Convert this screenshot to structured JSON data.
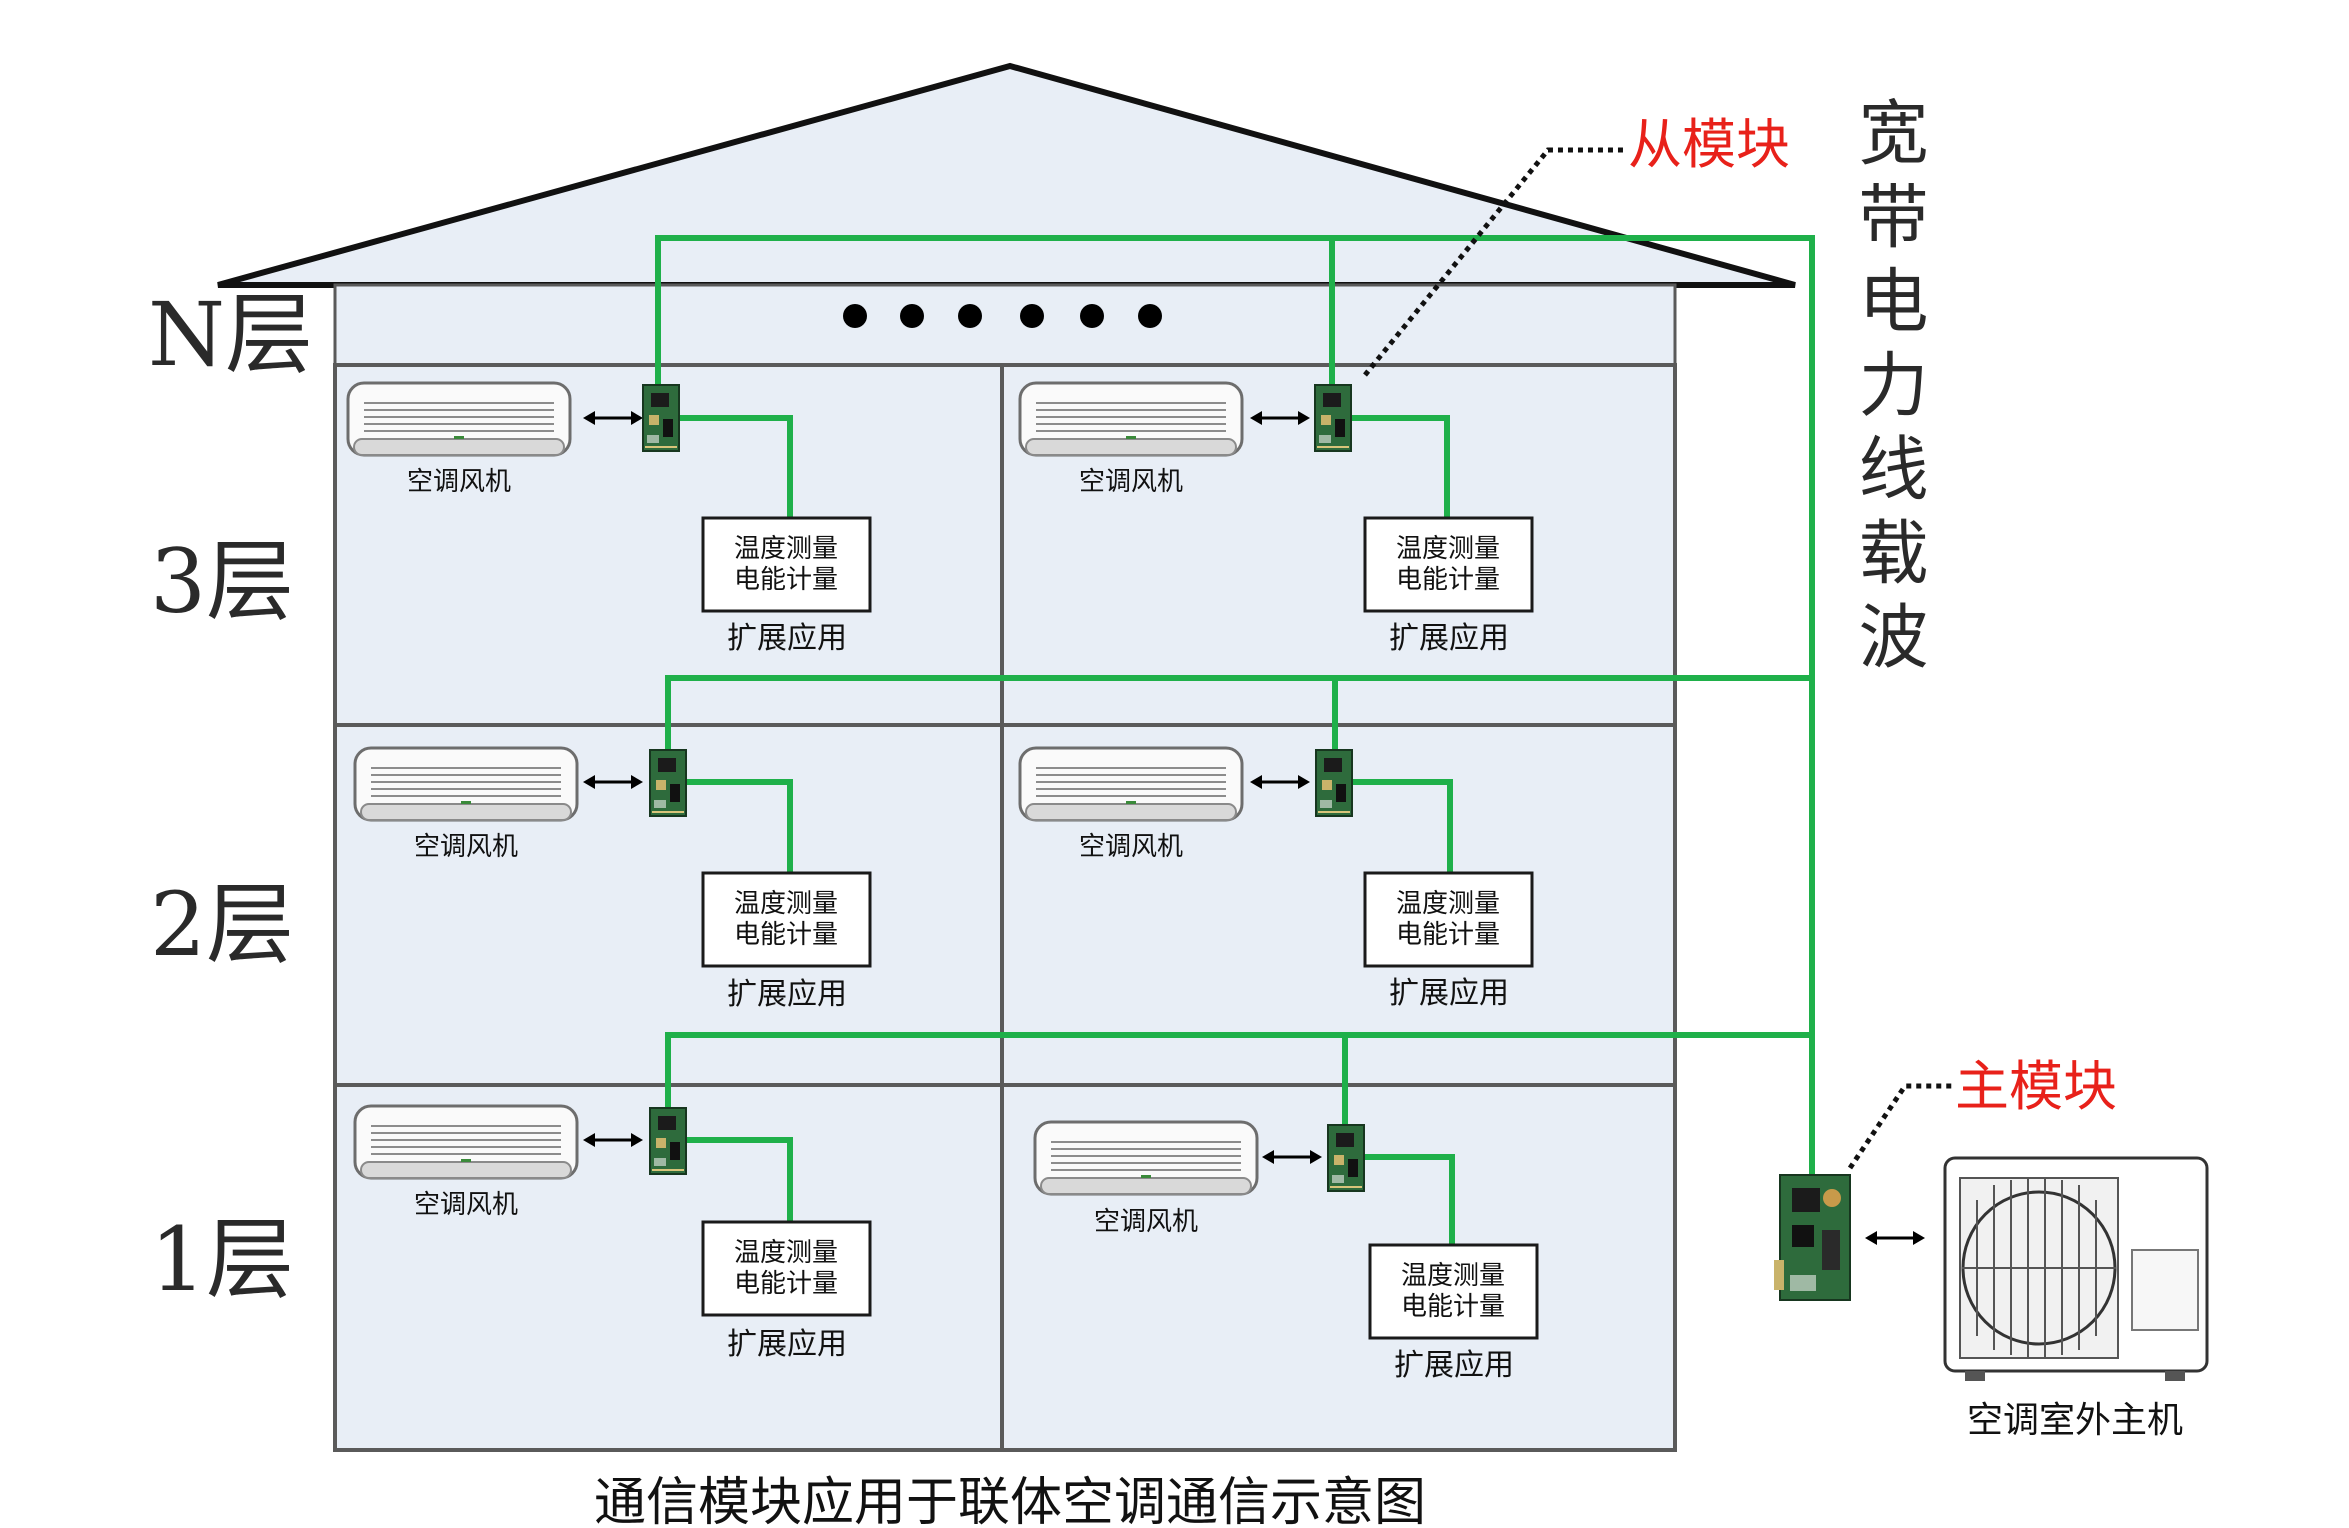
{
  "floors": [
    {
      "label": "N层"
    },
    {
      "label": "3层"
    },
    {
      "label": "2层"
    },
    {
      "label": "1层"
    }
  ],
  "labels": {
    "ac_indoor": "空调风机",
    "sensor_line1": "温度测量",
    "sensor_line2": "电能计量",
    "extension": "扩展应用",
    "slave_module": "从模块",
    "master_module": "主模块",
    "plc_vertical": "宽带电力线载波",
    "outdoor_unit": "空调室外主机",
    "caption": "通信模块应用于联体空调通信示意图"
  },
  "colors": {
    "wall_fill": "#e8eef6",
    "outline": "#555555",
    "roof_stroke": "#111111",
    "plc_line": "#1fb04a",
    "callout_text": "#e8211a",
    "pcb": "#2e6b3c"
  }
}
